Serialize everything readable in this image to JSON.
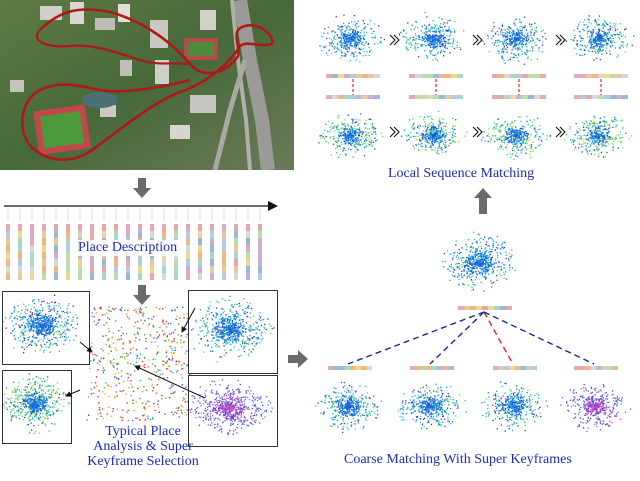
{
  "labels": {
    "place_description": "Place Description",
    "local_sequence_matching": "Local Sequence Matching",
    "typical_place_line1": "Typical Place",
    "typical_place_line2": "Analysis & Super",
    "typical_place_line3": "Keyframe Selection",
    "coarse_matching": "Coarse Matching With Super Keyframes"
  },
  "colors": {
    "label_text": "#1f2fb0",
    "arrow_gray": "#6b6b6b",
    "trajectory_red": "#b01818",
    "dash_blue": "#1a2a9a",
    "dash_red": "#d42a2a"
  },
  "icons": {
    "sequence_chevron": "double-chevron-icon",
    "down_arrow": "down-arrow-icon",
    "up_arrow": "up-arrow-icon",
    "right_arrow": "right-arrow-icon"
  }
}
